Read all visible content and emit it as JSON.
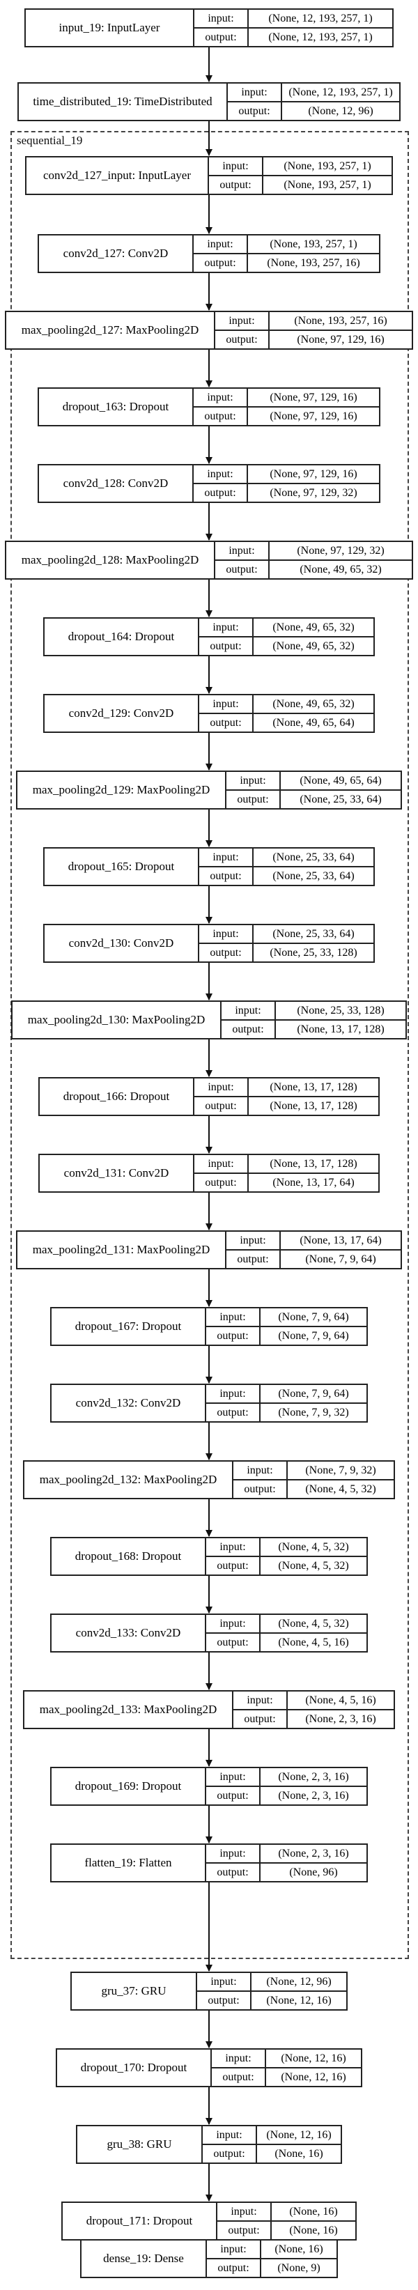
{
  "group": {
    "label": "sequential_19"
  },
  "labels": {
    "input": "input:",
    "output": "output:"
  },
  "nodes": [
    {
      "name": "input_19: InputLayer",
      "input": "(None, 12, 193, 257, 1)",
      "output": "(None, 12, 193, 257, 1)"
    },
    {
      "name": "time_distributed_19: TimeDistributed",
      "input": "(None, 12, 193, 257, 1)",
      "output": "(None, 12, 96)"
    },
    {
      "name": "conv2d_127_input: InputLayer",
      "input": "(None, 193, 257, 1)",
      "output": "(None, 193, 257, 1)"
    },
    {
      "name": "conv2d_127: Conv2D",
      "input": "(None, 193, 257, 1)",
      "output": "(None, 193, 257, 16)"
    },
    {
      "name": "max_pooling2d_127: MaxPooling2D",
      "input": "(None, 193, 257, 16)",
      "output": "(None, 97, 129, 16)"
    },
    {
      "name": "dropout_163: Dropout",
      "input": "(None, 97, 129, 16)",
      "output": "(None, 97, 129, 16)"
    },
    {
      "name": "conv2d_128: Conv2D",
      "input": "(None, 97, 129, 16)",
      "output": "(None, 97, 129, 32)"
    },
    {
      "name": "max_pooling2d_128: MaxPooling2D",
      "input": "(None, 97, 129, 32)",
      "output": "(None, 49, 65, 32)"
    },
    {
      "name": "dropout_164: Dropout",
      "input": "(None, 49, 65, 32)",
      "output": "(None, 49, 65, 32)"
    },
    {
      "name": "conv2d_129: Conv2D",
      "input": "(None, 49, 65, 32)",
      "output": "(None, 49, 65, 64)"
    },
    {
      "name": "max_pooling2d_129: MaxPooling2D",
      "input": "(None, 49, 65, 64)",
      "output": "(None, 25, 33, 64)"
    },
    {
      "name": "dropout_165: Dropout",
      "input": "(None, 25, 33, 64)",
      "output": "(None, 25, 33, 64)"
    },
    {
      "name": "conv2d_130: Conv2D",
      "input": "(None, 25, 33, 64)",
      "output": "(None, 25, 33, 128)"
    },
    {
      "name": "max_pooling2d_130: MaxPooling2D",
      "input": "(None, 25, 33, 128)",
      "output": "(None, 13, 17, 128)"
    },
    {
      "name": "dropout_166: Dropout",
      "input": "(None, 13, 17, 128)",
      "output": "(None, 13, 17, 128)"
    },
    {
      "name": "conv2d_131: Conv2D",
      "input": "(None, 13, 17, 128)",
      "output": "(None, 13, 17, 64)"
    },
    {
      "name": "max_pooling2d_131: MaxPooling2D",
      "input": "(None, 13, 17, 64)",
      "output": "(None, 7, 9, 64)"
    },
    {
      "name": "dropout_167: Dropout",
      "input": "(None, 7, 9, 64)",
      "output": "(None, 7, 9, 64)"
    },
    {
      "name": "conv2d_132: Conv2D",
      "input": "(None, 7, 9, 64)",
      "output": "(None, 7, 9, 32)"
    },
    {
      "name": "max_pooling2d_132: MaxPooling2D",
      "input": "(None, 7, 9, 32)",
      "output": "(None, 4, 5, 32)"
    },
    {
      "name": "dropout_168: Dropout",
      "input": "(None, 4, 5, 32)",
      "output": "(None, 4, 5, 32)"
    },
    {
      "name": "conv2d_133: Conv2D",
      "input": "(None, 4, 5, 32)",
      "output": "(None, 4, 5, 16)"
    },
    {
      "name": "max_pooling2d_133: MaxPooling2D",
      "input": "(None, 4, 5, 16)",
      "output": "(None, 2, 3, 16)"
    },
    {
      "name": "dropout_169: Dropout",
      "input": "(None, 2, 3, 16)",
      "output": "(None, 2, 3, 16)"
    },
    {
      "name": "flatten_19: Flatten",
      "input": "(None, 2, 3, 16)",
      "output": "(None, 96)"
    },
    {
      "name": "gru_37: GRU",
      "input": "(None, 12, 96)",
      "output": "(None, 12, 16)"
    },
    {
      "name": "dropout_170: Dropout",
      "input": "(None, 12, 16)",
      "output": "(None, 12, 16)"
    },
    {
      "name": "gru_38: GRU",
      "input": "(None, 12, 16)",
      "output": "(None, 16)"
    },
    {
      "name": "dropout_171: Dropout",
      "input": "(None, 16)",
      "output": "(None, 16)"
    },
    {
      "name": "dense_19: Dense",
      "input": "(None, 16)",
      "output": "(None, 9)"
    }
  ]
}
